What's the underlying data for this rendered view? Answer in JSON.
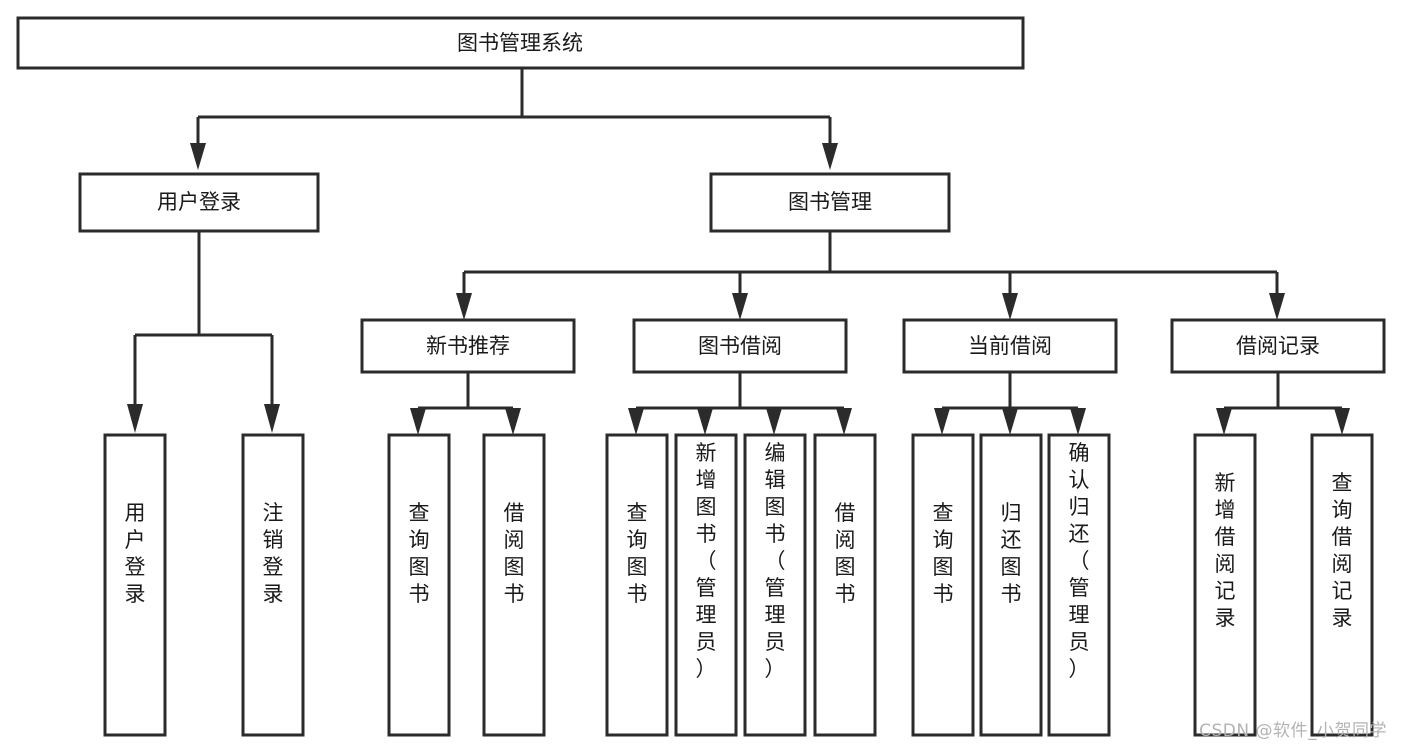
{
  "diagram": {
    "type": "tree-hierarchy",
    "title": "图书管理系统",
    "watermark": "CSDN @软件_小贺同学",
    "colors": {
      "box_stroke": "#2b2b2b",
      "box_fill": "#ffffff",
      "text": "#1a1a1a",
      "background": "#ffffff",
      "watermark": "#b3b3b3"
    },
    "root": {
      "label": "图书管理系统",
      "orientation": "horizontal"
    },
    "level1": [
      {
        "label": "用户登录",
        "orientation": "horizontal"
      },
      {
        "label": "图书管理",
        "orientation": "horizontal"
      }
    ],
    "level2": [
      {
        "label": "新书推荐",
        "orientation": "horizontal"
      },
      {
        "label": "图书借阅",
        "orientation": "horizontal"
      },
      {
        "label": "当前借阅",
        "orientation": "horizontal"
      },
      {
        "label": "借阅记录",
        "orientation": "horizontal"
      }
    ],
    "leaves": {
      "user_login": [
        {
          "label": "用户登录",
          "orientation": "vertical"
        },
        {
          "label": "注销登录",
          "orientation": "vertical"
        }
      ],
      "new_book_recommend": [
        {
          "label": "查询图书",
          "orientation": "vertical"
        },
        {
          "label": "借阅图书",
          "orientation": "vertical"
        }
      ],
      "book_borrow": [
        {
          "label": "查询图书",
          "orientation": "vertical"
        },
        {
          "label": "新增图书（管理员）",
          "orientation": "vertical"
        },
        {
          "label": "编辑图书（管理员）",
          "orientation": "vertical"
        },
        {
          "label": "借阅图书",
          "orientation": "vertical"
        }
      ],
      "current_borrow": [
        {
          "label": "查询图书",
          "orientation": "vertical"
        },
        {
          "label": "归还图书",
          "orientation": "vertical"
        },
        {
          "label": "确认归还（管理员）",
          "orientation": "vertical"
        }
      ],
      "borrow_record": [
        {
          "label": "新增借阅记录",
          "orientation": "vertical"
        },
        {
          "label": "查询借阅记录",
          "orientation": "vertical"
        }
      ]
    }
  }
}
